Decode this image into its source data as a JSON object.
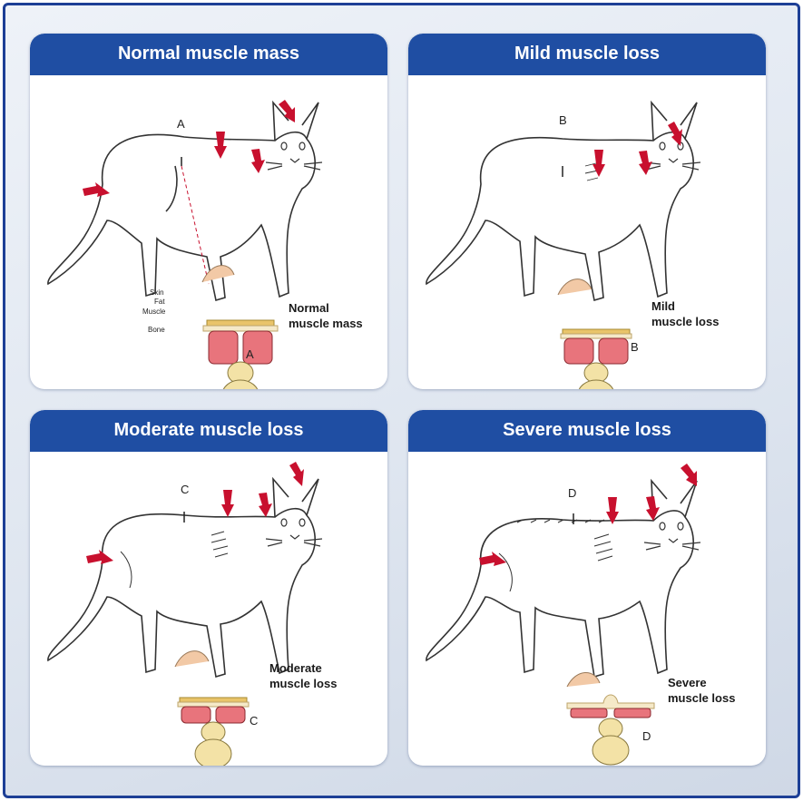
{
  "panels": [
    {
      "title": "Normal muscle mass",
      "marker": "A",
      "caption_line1": "Normal",
      "caption_line2": "muscle mass",
      "muscle": 1.0
    },
    {
      "title": "Mild muscle loss",
      "marker": "B",
      "caption_line1": "Mild",
      "caption_line2": "muscle loss",
      "muscle": 0.75
    },
    {
      "title": "Moderate muscle loss",
      "marker": "C",
      "caption_line1": "Moderate",
      "caption_line2": "muscle loss",
      "muscle": 0.45
    },
    {
      "title": "Severe muscle loss",
      "marker": "D",
      "caption_line1": "Severe",
      "caption_line2": "muscle loss",
      "muscle": 0.22
    }
  ],
  "layers": {
    "skin": "Skin",
    "fat": "Fat",
    "muscle": "Muscle",
    "bone": "Bone"
  },
  "colors": {
    "header": "#1f4ea3",
    "arrow": "#c8102e",
    "muscle": "#e8747c",
    "fat": "#e9c46a",
    "bone": "#f3e2a6"
  }
}
